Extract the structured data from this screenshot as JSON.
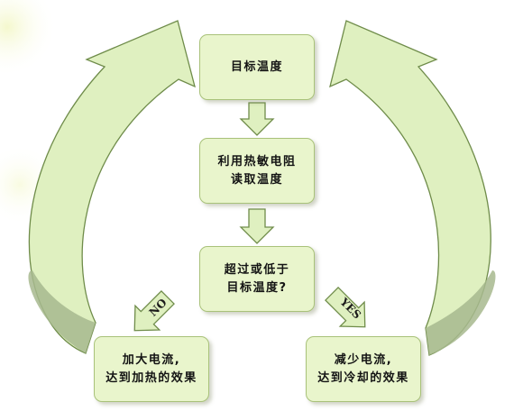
{
  "nodes": {
    "target_temp": "目标温度",
    "read_temp_line1": "利用热敏电阻",
    "read_temp_line2": "读取温度",
    "check_line1": "超过或低于",
    "check_line2": "目标温度?",
    "heat_line1": "加大电流,",
    "heat_line2": "达到加热的效果",
    "cool_line1": "减少电流,",
    "cool_line2": "达到冷却的效果"
  },
  "branches": {
    "no_label": "NO",
    "yes_label": "YES"
  },
  "colors": {
    "node_fill": "#e9f5cc",
    "node_border": "#a9c27a",
    "arrow_fill": "#dff0c0",
    "arrow_stroke": "#6f8c4a"
  }
}
